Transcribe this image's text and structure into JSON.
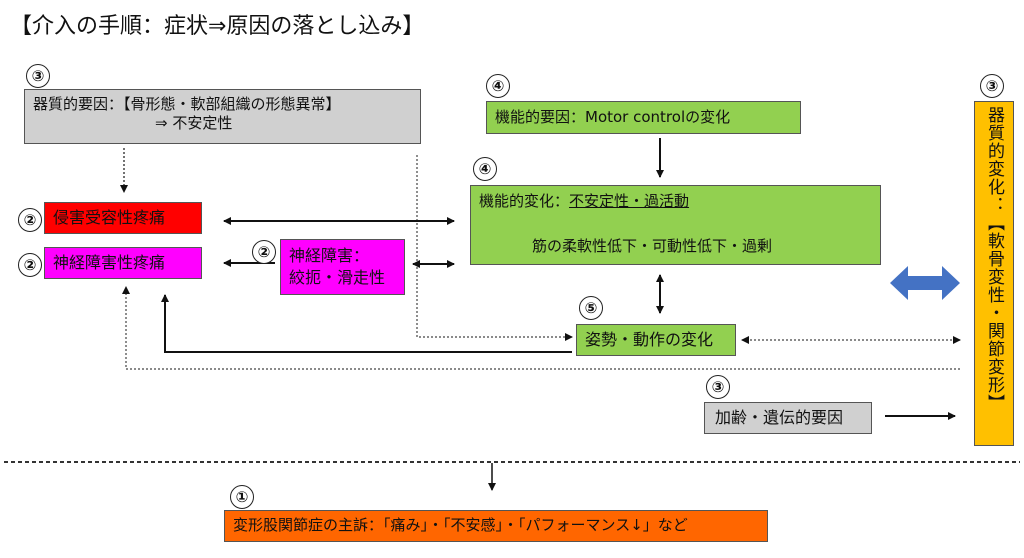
{
  "title": "【介入の手順：症状⇒原因の落とし込み】",
  "nodes": {
    "structural_factor": {
      "number": "③",
      "line1": "器質的要因：【骨形態・軟部組織の形態異常】",
      "line2": "⇒ 不安定性",
      "color": "#d0d0d0"
    },
    "functional_factor": {
      "number": "④",
      "text": "機能的要因：Motor controlの変化",
      "color": "#92d050"
    },
    "functional_change": {
      "number": "④",
      "label": "機能的変化：",
      "underlined": "不安定性・過活動",
      "line2": "筋の柔軟性低下・可動性低下・過剰",
      "color": "#92d050"
    },
    "nociceptive_pain": {
      "number": "②",
      "text": "侵害受容性疼痛",
      "color": "#ff0000"
    },
    "neuropathic_pain": {
      "number": "②",
      "text": "神経障害性疼痛",
      "color": "#ff00ff"
    },
    "nerve_disorder": {
      "number": "②",
      "line1": "神経障害：",
      "line2": "絞扼・滑走性",
      "color": "#ff00ff"
    },
    "posture_change": {
      "number": "⑤",
      "text": "姿勢・動作の変化",
      "color": "#92d050"
    },
    "aging_genetic": {
      "number": "③",
      "text": "加齢・遺伝的要因",
      "color": "#d0d0d0"
    },
    "structural_change": {
      "number": "③",
      "text": "器質的変化：【軟骨変性・関節変形】",
      "color": "#ffc000"
    },
    "chief_complaint": {
      "number": "①",
      "text": "変形股関節症の主訴：「痛み」・「不安感」・「パフォーマンス↓」など",
      "color": "#ff6600"
    }
  },
  "connectors": {
    "bidirectional_arrow_color": "#4472c4"
  }
}
